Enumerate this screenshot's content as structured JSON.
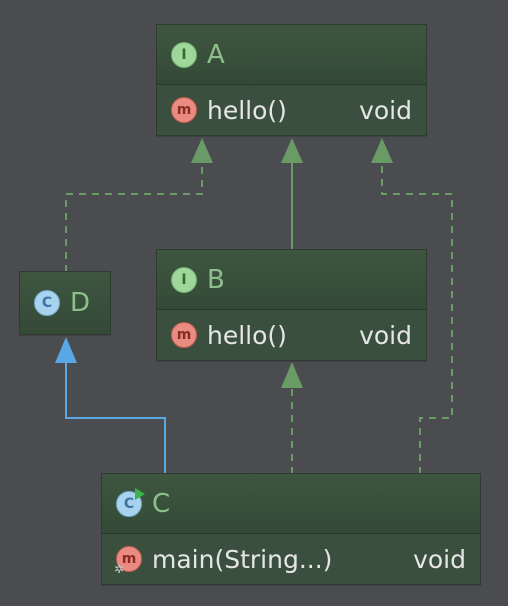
{
  "nodes": {
    "A": {
      "badge": "I",
      "name": "A",
      "method": {
        "badge": "m",
        "signature": "hello()",
        "type": "void"
      }
    },
    "B": {
      "badge": "I",
      "name": "B",
      "method": {
        "badge": "m",
        "signature": "hello()",
        "type": "void"
      }
    },
    "D": {
      "badge": "C",
      "name": "D"
    },
    "C": {
      "badge": "C",
      "name": "C",
      "method": {
        "badge": "m",
        "signature": "main(String...)",
        "type": "void"
      }
    }
  },
  "edges": [
    {
      "from": "B",
      "to": "A",
      "style": "solid",
      "color": "#6a9a66"
    },
    {
      "from": "D",
      "to": "A",
      "style": "dashed",
      "color": "#6a9a66"
    },
    {
      "from": "C",
      "to": "A",
      "style": "dashed",
      "color": "#6a9a66"
    },
    {
      "from": "C",
      "to": "B",
      "style": "dashed",
      "color": "#6a9a66"
    },
    {
      "from": "C",
      "to": "D",
      "style": "solid",
      "color": "#5aa7e6"
    }
  ],
  "icons": {
    "interface": "interface-icon",
    "class": "class-icon",
    "method": "method-icon",
    "runnable": "run-icon",
    "static": "static-icon"
  }
}
